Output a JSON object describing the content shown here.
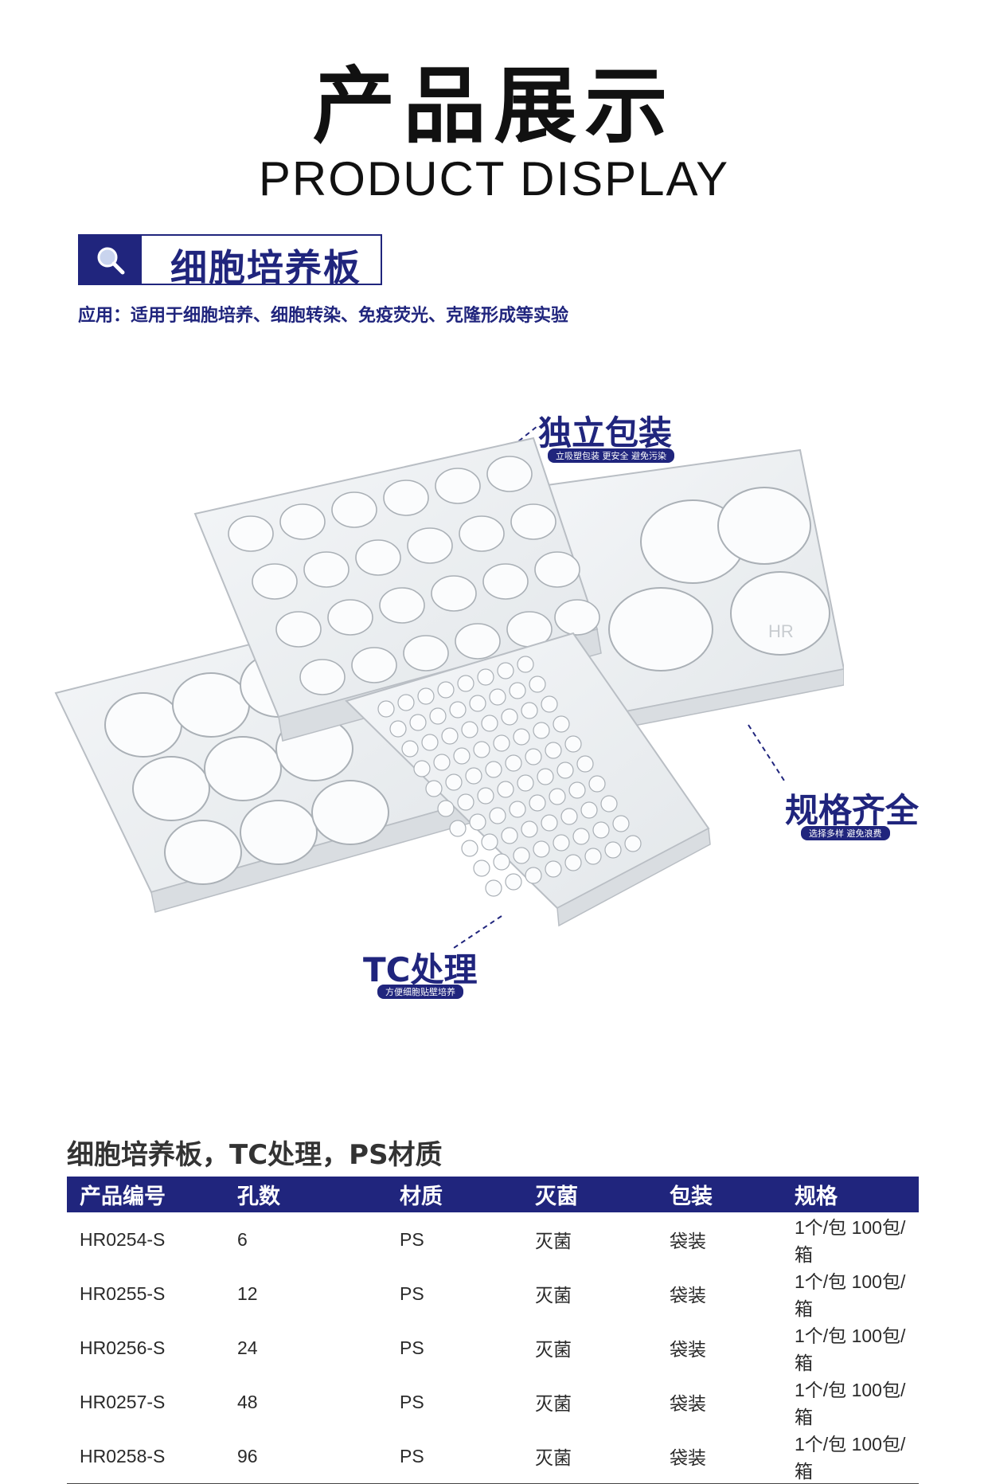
{
  "header": {
    "title_cn": "产品展示",
    "title_en": "PRODUCT DISPLAY"
  },
  "category": {
    "icon": "magnifier-icon",
    "title": "细胞培养板"
  },
  "application": "应用：适用于细胞培养、细胞转染、免疫荧光、克隆形成等实验",
  "callouts": [
    {
      "title": "独立包装",
      "subtitle": "立吸塑包装 更安全 避免污染"
    },
    {
      "title": "规格齐全",
      "subtitle": "选择多样 避免浪费"
    },
    {
      "title": "TC处理",
      "subtitle": "方便细胞贴壁培养"
    }
  ],
  "plate_brand": "HR",
  "table": {
    "caption": "细胞培养板，TC处理，PS材质",
    "headers": [
      "产品编号",
      "孔数",
      "材质",
      "灭菌",
      "包装",
      "规格"
    ],
    "rows": [
      [
        "HR0254-S",
        "6",
        "PS",
        "灭菌",
        "袋装",
        "1个/包 100包/箱"
      ],
      [
        "HR0255-S",
        "12",
        "PS",
        "灭菌",
        "袋装",
        "1个/包 100包/箱"
      ],
      [
        "HR0256-S",
        "24",
        "PS",
        "灭菌",
        "袋装",
        "1个/包 100包/箱"
      ],
      [
        "HR0257-S",
        "48",
        "PS",
        "灭菌",
        "袋装",
        "1个/包 100包/箱"
      ],
      [
        "HR0258-S",
        "96",
        "PS",
        "灭菌",
        "袋装",
        "1个/包 100包/箱"
      ]
    ]
  },
  "colors": {
    "brand": "#20257d",
    "text": "#1a1a1a"
  }
}
